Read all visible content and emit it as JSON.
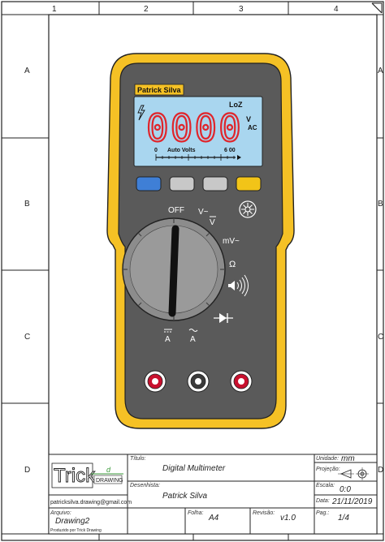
{
  "sheet": {
    "columns": [
      "1",
      "2",
      "3",
      "4"
    ],
    "rows": [
      "A",
      "B",
      "C",
      "D"
    ]
  },
  "meter": {
    "brand": "Patrick Silva",
    "display": {
      "digits": "0000",
      "loz": "LoZ",
      "unit_v": "V",
      "unit_ac": "AC",
      "scale_start": "0",
      "auto_volts": "Auto Volts",
      "scale_end": "6 00",
      "lightning_icon": "lightning-icon"
    },
    "buttons": [
      {
        "color": "#3f7fd6"
      },
      {
        "color": "#c8c8c8"
      },
      {
        "color": "#c8c8c8"
      },
      {
        "color": "#f2c418"
      }
    ],
    "dial": {
      "off": "OFF",
      "v_ac": "V~",
      "v_dc": "V",
      "mv_ac": "mV~",
      "ohm": "Ω",
      "a_dc": "A",
      "a_ac": "A"
    },
    "colors": {
      "housing": "#f5c125",
      "body": "#5a5a5a",
      "lcd": "#a9d6ef",
      "dial": "#8c8c8c",
      "terminal": "#c8102e"
    }
  },
  "title_block": {
    "logo_main": "Trick",
    "logo_sub": "DRAWING",
    "logo_d": "d",
    "email": "patricksilva.drawing@gmail.com",
    "footer_note": "Produzido por Trick Drawing",
    "titulo_label": "Título:",
    "titulo_value": "Digital Multimeter",
    "desenhista_label": "Desenhista:",
    "desenhista_value": "Patrick Silva",
    "arquivo_label": "Arquivo:",
    "arquivo_value": "Drawing2",
    "folha_label": "Folha:",
    "folha_value": "A4",
    "revisao_label": "Revisão:",
    "revisao_value": "v1.0",
    "pag_label": "Pag.:",
    "pag_value": "1/4",
    "unidade_label": "Unidade:",
    "unidade_value": "mm",
    "projecao_label": "Projeção:",
    "escala_label": "Escala:",
    "escala_value": "0:0",
    "data_label": "Data:",
    "data_value": "21/11/2019"
  }
}
